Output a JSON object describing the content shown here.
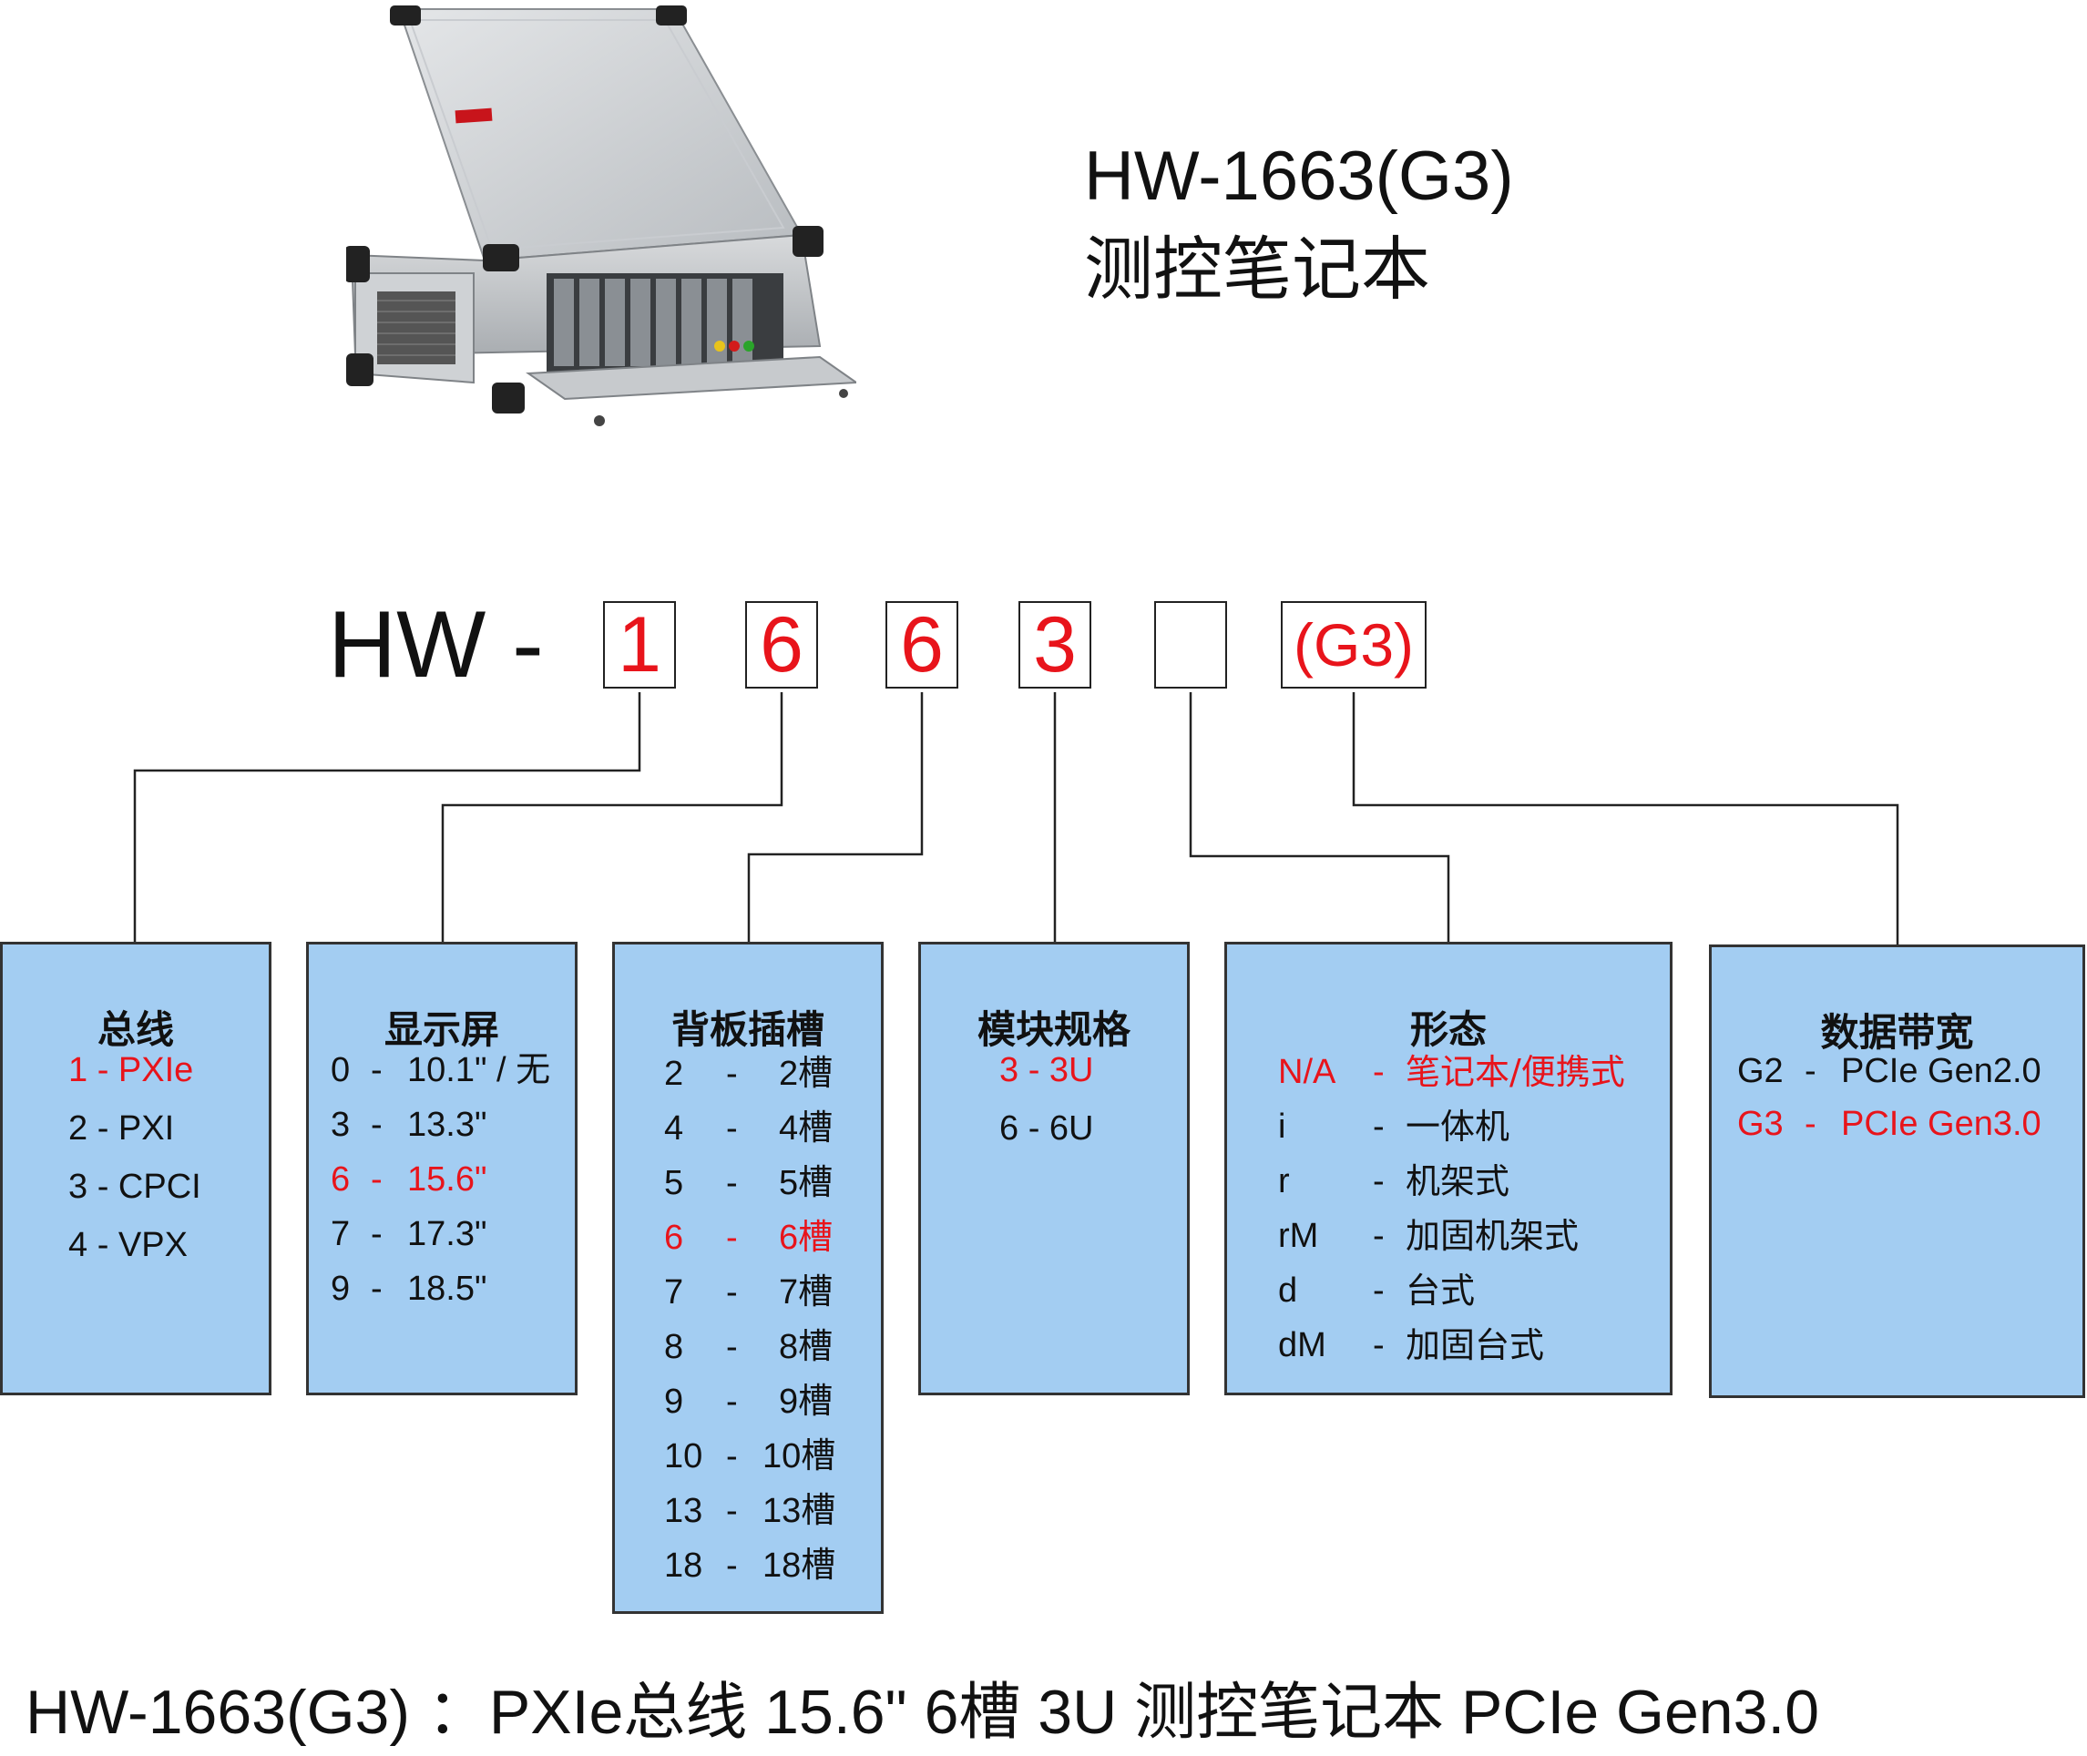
{
  "product": {
    "title": "HW-1663(G3)",
    "subtitle": "测控笔记本"
  },
  "code": {
    "prefix": "HW -",
    "segments": [
      "1",
      "6",
      "6",
      "3",
      "",
      "(G3)"
    ]
  },
  "boxes": {
    "bus": {
      "title": "总线",
      "items": [
        {
          "text": "1 - PXIe",
          "highlight": true
        },
        {
          "text": "2 - PXI",
          "highlight": false
        },
        {
          "text": "3 - CPCI",
          "highlight": false
        },
        {
          "text": "4 - VPX",
          "highlight": false
        }
      ]
    },
    "display": {
      "title": "显示屏",
      "items": [
        {
          "code": "0",
          "dash": "-",
          "value": "10.1\" / 无",
          "highlight": false
        },
        {
          "code": "3",
          "dash": "-",
          "value": "13.3\"",
          "highlight": false
        },
        {
          "code": "6",
          "dash": "-",
          "value": "15.6\"",
          "highlight": true
        },
        {
          "code": "7",
          "dash": "-",
          "value": "17.3\"",
          "highlight": false
        },
        {
          "code": "9",
          "dash": "-",
          "value": "18.5\"",
          "highlight": false
        }
      ]
    },
    "slots": {
      "title": "背板插槽",
      "items": [
        {
          "code": "2",
          "dash": "-",
          "value": "2槽",
          "highlight": false
        },
        {
          "code": "4",
          "dash": "-",
          "value": "4槽",
          "highlight": false
        },
        {
          "code": "5",
          "dash": "-",
          "value": "5槽",
          "highlight": false
        },
        {
          "code": "6",
          "dash": "-",
          "value": "6槽",
          "highlight": true
        },
        {
          "code": "7",
          "dash": "-",
          "value": "7槽",
          "highlight": false
        },
        {
          "code": "8",
          "dash": "-",
          "value": "8槽",
          "highlight": false
        },
        {
          "code": "9",
          "dash": "-",
          "value": "9槽",
          "highlight": false
        },
        {
          "code": "10",
          "dash": "-",
          "value": "10槽",
          "highlight": false
        },
        {
          "code": "13",
          "dash": "-",
          "value": "13槽",
          "highlight": false
        },
        {
          "code": "18",
          "dash": "-",
          "value": "18槽",
          "highlight": false
        }
      ]
    },
    "module": {
      "title": "模块规格",
      "items": [
        {
          "text": "3 - 3U",
          "highlight": true
        },
        {
          "text": "6 - 6U",
          "highlight": false
        }
      ]
    },
    "form": {
      "title": "形态",
      "items": [
        {
          "code": "N/A",
          "dash": "-",
          "value": "笔记本/便携式",
          "highlight": true
        },
        {
          "code": "i",
          "dash": "-",
          "value": "一体机",
          "highlight": false
        },
        {
          "code": "r",
          "dash": "-",
          "value": "机架式",
          "highlight": false
        },
        {
          "code": "rM",
          "dash": "-",
          "value": "加固机架式",
          "highlight": false
        },
        {
          "code": "d",
          "dash": "-",
          "value": "台式",
          "highlight": false
        },
        {
          "code": "dM",
          "dash": "-",
          "value": "加固台式",
          "highlight": false
        }
      ]
    },
    "bandwidth": {
      "title": "数据带宽",
      "items": [
        {
          "code": "G2",
          "dash": "-",
          "value": "PCIe Gen2.0",
          "highlight": false
        },
        {
          "code": "G3",
          "dash": "-",
          "value": "PCIe Gen3.0",
          "highlight": true
        }
      ]
    }
  },
  "summary": "HW-1663(G3) ：PXIe总线  15.6\" 6槽  3U  测控笔记本  PCIe Gen3.0",
  "colors": {
    "highlight": "#e8141b",
    "box_fill": "#a3cdf2",
    "border": "#333333"
  }
}
